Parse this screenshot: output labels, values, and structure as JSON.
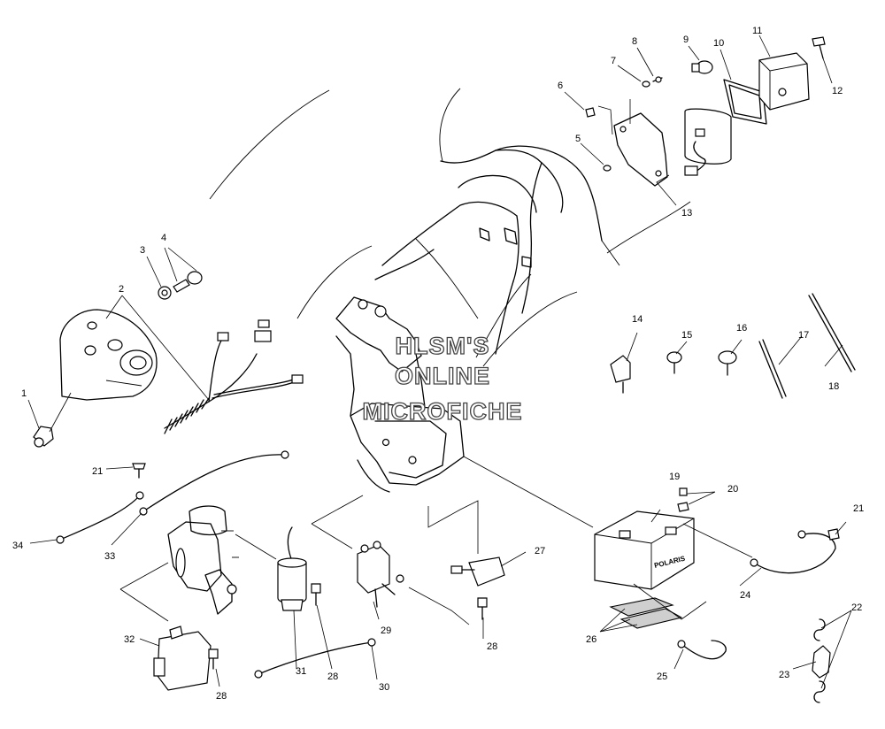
{
  "watermark": {
    "lines": [
      "HLSM'S",
      "ONLINE",
      "MICROFICHE"
    ]
  },
  "callouts": [
    "1",
    "2",
    "3",
    "4",
    "5",
    "6",
    "7",
    "8",
    "9",
    "10",
    "11",
    "12",
    "13",
    "14",
    "15",
    "16",
    "17",
    "18",
    "19",
    "20",
    "21",
    "21",
    "22",
    "23",
    "24",
    "25",
    "26",
    "27",
    "28",
    "28",
    "28",
    "29",
    "30",
    "31",
    "32",
    "33",
    "34"
  ],
  "battery_label": "POLARIS"
}
